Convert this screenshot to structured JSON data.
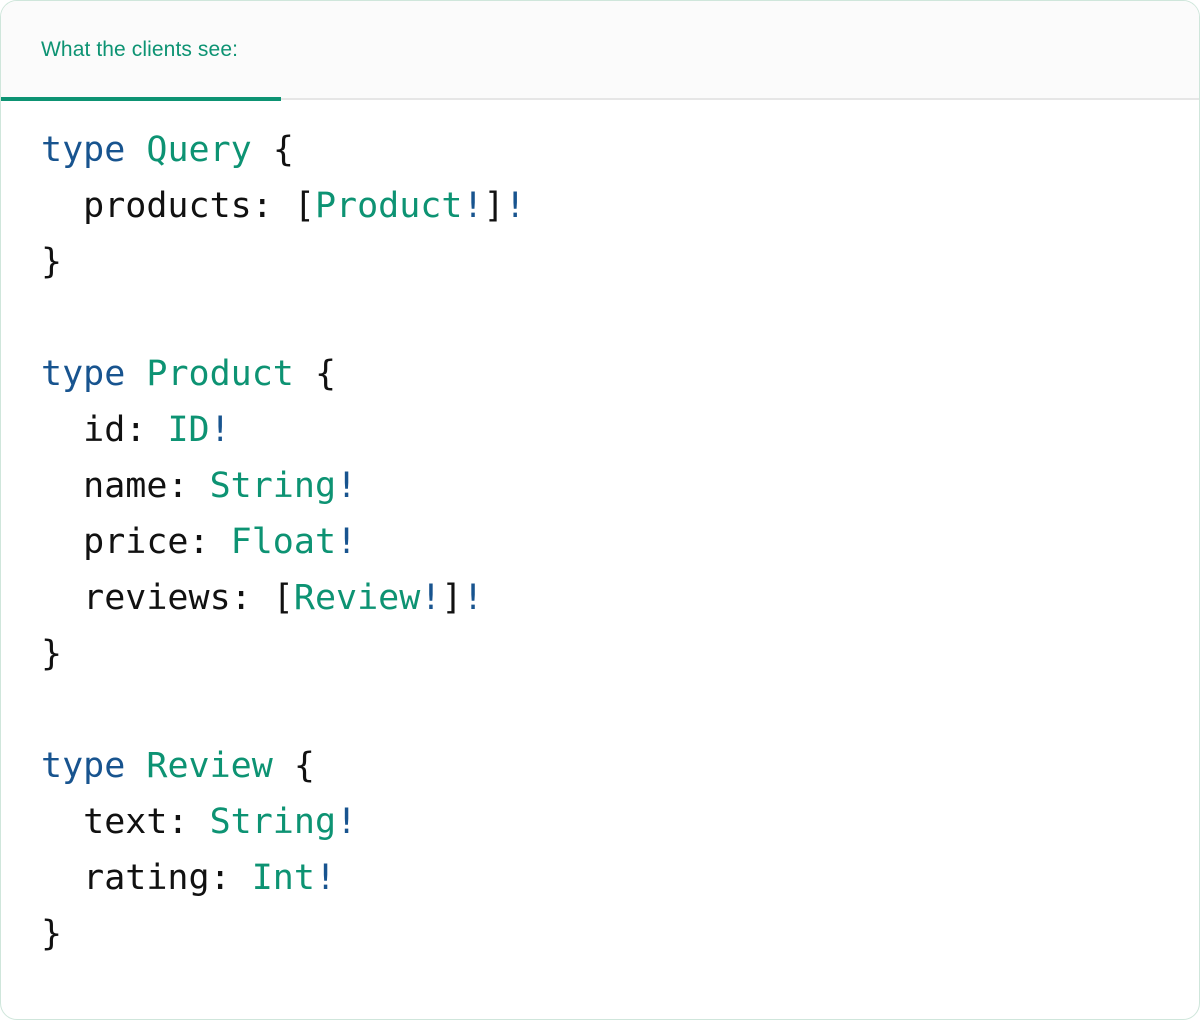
{
  "card": {
    "border_color": "#cfe6db",
    "background": "#ffffff"
  },
  "tabs": {
    "active_index": 0,
    "accent_color": "#0d9373",
    "items": [
      {
        "label": "What the clients see:"
      }
    ]
  },
  "code": {
    "language": "graphql",
    "colors": {
      "keyword": "#18548f",
      "type": "#0d9373",
      "bang": "#18548f",
      "punctuation": "#111111",
      "field": "#111111"
    },
    "raw": "type Query {\n  products: [Product!]!\n}\n\ntype Product {\n  id: ID!\n  name: String!\n  price: Float!\n  reviews: [Review!]!\n}\n\ntype Review {\n  text: String!\n  rating: Int!\n}",
    "lines": [
      {
        "tokens": [
          {
            "t": "type",
            "c": "keyword"
          },
          {
            "t": " ",
            "c": "plain"
          },
          {
            "t": "Query",
            "c": "type"
          },
          {
            "t": " ",
            "c": "plain"
          },
          {
            "t": "{",
            "c": "punct"
          }
        ]
      },
      {
        "tokens": [
          {
            "t": "  products:",
            "c": "field"
          },
          {
            "t": " ",
            "c": "plain"
          },
          {
            "t": "[",
            "c": "punct"
          },
          {
            "t": "Product",
            "c": "type"
          },
          {
            "t": "!",
            "c": "bang"
          },
          {
            "t": "]",
            "c": "punct"
          },
          {
            "t": "!",
            "c": "bang"
          }
        ]
      },
      {
        "tokens": [
          {
            "t": "}",
            "c": "punct"
          }
        ]
      },
      {
        "tokens": []
      },
      {
        "tokens": [
          {
            "t": "type",
            "c": "keyword"
          },
          {
            "t": " ",
            "c": "plain"
          },
          {
            "t": "Product",
            "c": "type"
          },
          {
            "t": " ",
            "c": "plain"
          },
          {
            "t": "{",
            "c": "punct"
          }
        ]
      },
      {
        "tokens": [
          {
            "t": "  id:",
            "c": "field"
          },
          {
            "t": " ",
            "c": "plain"
          },
          {
            "t": "ID",
            "c": "type"
          },
          {
            "t": "!",
            "c": "bang"
          }
        ]
      },
      {
        "tokens": [
          {
            "t": "  name:",
            "c": "field"
          },
          {
            "t": " ",
            "c": "plain"
          },
          {
            "t": "String",
            "c": "type"
          },
          {
            "t": "!",
            "c": "bang"
          }
        ]
      },
      {
        "tokens": [
          {
            "t": "  price:",
            "c": "field"
          },
          {
            "t": " ",
            "c": "plain"
          },
          {
            "t": "Float",
            "c": "type"
          },
          {
            "t": "!",
            "c": "bang"
          }
        ]
      },
      {
        "tokens": [
          {
            "t": "  reviews:",
            "c": "field"
          },
          {
            "t": " ",
            "c": "plain"
          },
          {
            "t": "[",
            "c": "punct"
          },
          {
            "t": "Review",
            "c": "type"
          },
          {
            "t": "!",
            "c": "bang"
          },
          {
            "t": "]",
            "c": "punct"
          },
          {
            "t": "!",
            "c": "bang"
          }
        ]
      },
      {
        "tokens": [
          {
            "t": "}",
            "c": "punct"
          }
        ]
      },
      {
        "tokens": []
      },
      {
        "tokens": [
          {
            "t": "type",
            "c": "keyword"
          },
          {
            "t": " ",
            "c": "plain"
          },
          {
            "t": "Review",
            "c": "type"
          },
          {
            "t": " ",
            "c": "plain"
          },
          {
            "t": "{",
            "c": "punct"
          }
        ]
      },
      {
        "tokens": [
          {
            "t": "  text:",
            "c": "field"
          },
          {
            "t": " ",
            "c": "plain"
          },
          {
            "t": "String",
            "c": "type"
          },
          {
            "t": "!",
            "c": "bang"
          }
        ]
      },
      {
        "tokens": [
          {
            "t": "  rating:",
            "c": "field"
          },
          {
            "t": " ",
            "c": "plain"
          },
          {
            "t": "Int",
            "c": "type"
          },
          {
            "t": "!",
            "c": "bang"
          }
        ]
      },
      {
        "tokens": [
          {
            "t": "}",
            "c": "punct"
          }
        ]
      }
    ]
  }
}
